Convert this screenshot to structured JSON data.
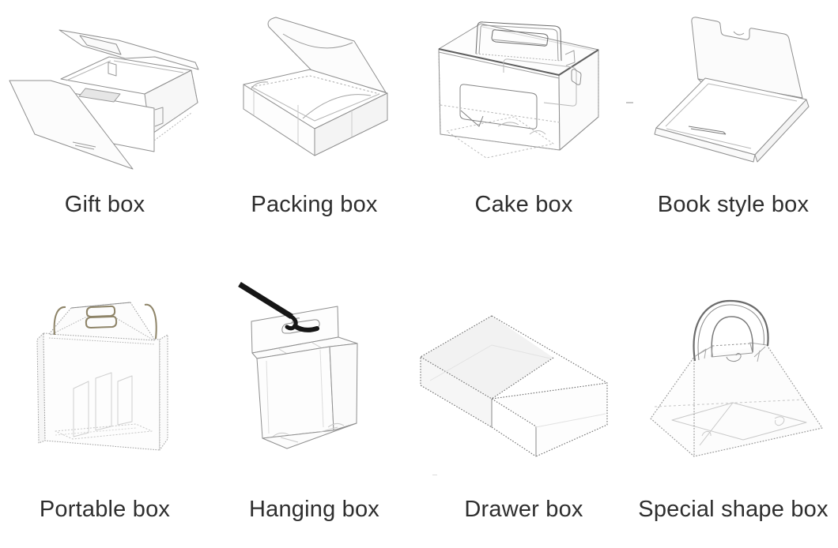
{
  "page": {
    "background": "#ffffff"
  },
  "items": [
    {
      "id": "gift-box",
      "label": "Gift box",
      "illustration": "open gift box with folded-down front flap, line drawing"
    },
    {
      "id": "packing-box",
      "label": "Packing box",
      "illustration": "mailer tray box with open hinged lid, line drawing"
    },
    {
      "id": "cake-box",
      "label": "Cake box",
      "illustration": "box with top carry handle and front window, line drawing"
    },
    {
      "id": "book-style-box",
      "label": "Book style box",
      "illustration": "flat case opened like a book with thumb notch, line drawing"
    },
    {
      "id": "portable-box",
      "label": "Portable box",
      "illustration": "gable-top carrier box with handle holes and bottle dividers, line drawing"
    },
    {
      "id": "hanging-box",
      "label": "Hanging box",
      "illustration": "box with euro hang tab on a black display rod, line drawing"
    },
    {
      "id": "drawer-box",
      "label": "Drawer box",
      "illustration": "matchbox style sleeve with sliding drawer, dotted line drawing"
    },
    {
      "id": "special-shape-box",
      "label": "Special shape box",
      "illustration": "pyramid box with round carry handle, dotted line drawing"
    }
  ],
  "style": {
    "label_color": "#2e2e2e",
    "line_color": "#8f8f8f",
    "dark_line_color": "#5f5f5f",
    "light_line_color": "#c9c9c9",
    "handle_color": "#8e8468",
    "rod_color": "#161616",
    "slot_fill": "#e6e6e6",
    "panel_fill": "#f5f5f5"
  }
}
